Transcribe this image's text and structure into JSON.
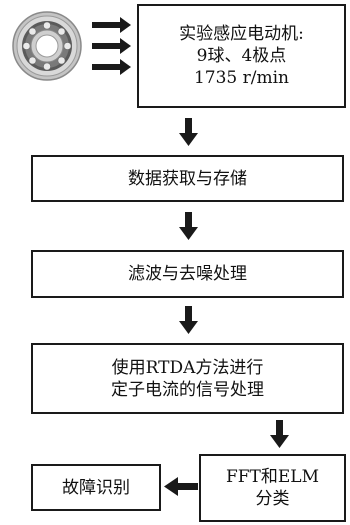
{
  "flowchart": {
    "motor_box": [
      "实验感应电动机:",
      "9球、4极点",
      "1735 r/min"
    ],
    "step_acquire": "数据获取与存储",
    "step_filter": "滤波与去噪处理",
    "step_rtda": [
      "使用RTDA方法进行",
      "定子电流的信号处理"
    ],
    "step_classify": [
      "FFT和ELM",
      "分类"
    ],
    "step_fault": "故障识别"
  },
  "icons": {
    "bearing": "ball-bearing-icon",
    "arrow": "bold-arrow-icon"
  },
  "colors": {
    "stroke": "#1a1a1a",
    "bearing_outer": "#b9b9b9",
    "bearing_ring": "#6e6e6e",
    "bearing_ball": "#e6e6e6"
  }
}
